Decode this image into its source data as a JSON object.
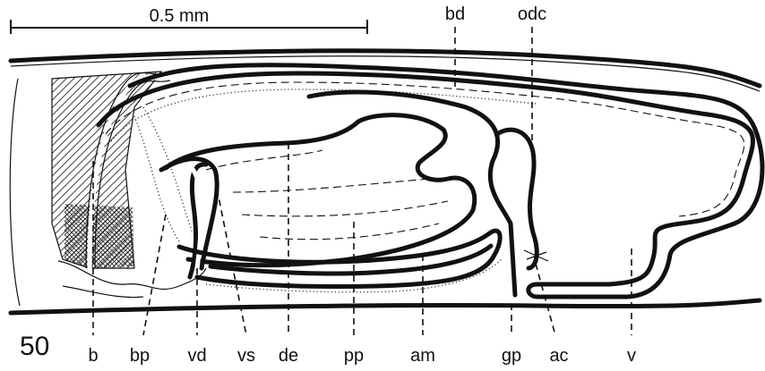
{
  "figure": {
    "number": "50",
    "scale_bar_label": "0.5 mm"
  },
  "labels": {
    "bottom": [
      "b",
      "bp",
      "vd",
      "vs",
      "de",
      "pp",
      "am",
      "gp",
      "ac",
      "v"
    ],
    "top": [
      "bd",
      "odc"
    ]
  }
}
